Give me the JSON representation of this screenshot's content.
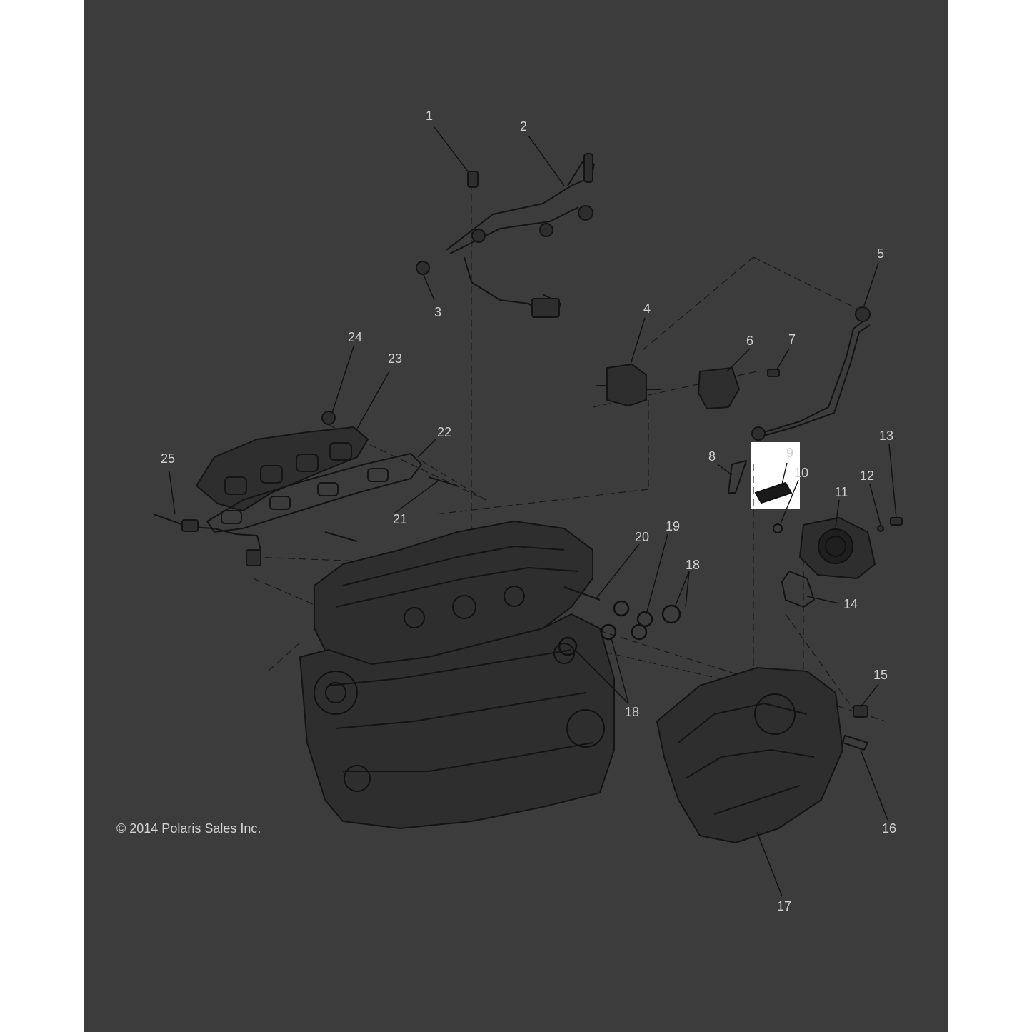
{
  "callouts": [
    {
      "id": "c1",
      "text": "1"
    },
    {
      "id": "c2",
      "text": "2"
    },
    {
      "id": "c3",
      "text": "3"
    },
    {
      "id": "c4",
      "text": "4"
    },
    {
      "id": "c5",
      "text": "5"
    },
    {
      "id": "c6",
      "text": "6"
    },
    {
      "id": "c7",
      "text": "7"
    },
    {
      "id": "c8",
      "text": "8"
    },
    {
      "id": "c9",
      "text": "9"
    },
    {
      "id": "c10",
      "text": "10"
    },
    {
      "id": "c11",
      "text": "11"
    },
    {
      "id": "c12",
      "text": "12"
    },
    {
      "id": "c13",
      "text": "13"
    },
    {
      "id": "c14",
      "text": "14"
    },
    {
      "id": "c15",
      "text": "15"
    },
    {
      "id": "c16",
      "text": "16"
    },
    {
      "id": "c17",
      "text": "17"
    },
    {
      "id": "c18a",
      "text": "18"
    },
    {
      "id": "c18b",
      "text": "18"
    },
    {
      "id": "c19",
      "text": "19"
    },
    {
      "id": "c20",
      "text": "20"
    },
    {
      "id": "c21",
      "text": "21"
    },
    {
      "id": "c22",
      "text": "22"
    },
    {
      "id": "c23",
      "text": "23"
    },
    {
      "id": "c24",
      "text": "24"
    },
    {
      "id": "c25",
      "text": "25"
    }
  ],
  "highlighted_part": "9",
  "copyright": "© 2014 Polaris Sales Inc.",
  "colors": {
    "panel_background": "#3c3c3c",
    "page_background": "#ffffff",
    "line_art": "#141414",
    "label_text": "#d0d0d0",
    "highlight_box": "#ffffff"
  }
}
